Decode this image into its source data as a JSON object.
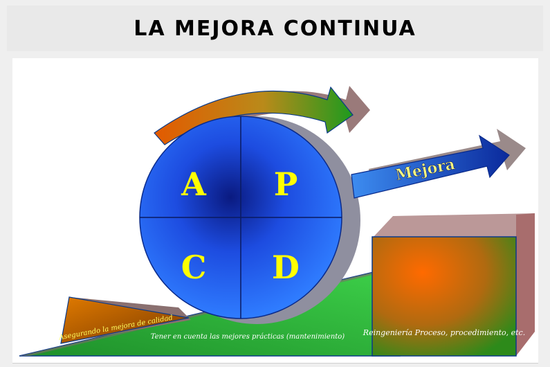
{
  "title": "LA MEJORA CONTINUA",
  "cycle": {
    "quadrants": [
      "A",
      "P",
      "C",
      "D"
    ],
    "letter_color": "#ffff00",
    "circle_color": "#1a4de0"
  },
  "labels": {
    "mejora": "Mejora",
    "wedge": "Asegurando la mejora de calidad",
    "ramp": "Tener en cuenta las mejores prácticas (mantenimiento)",
    "block": "Reingeniería Proceso, procedimiento, etc."
  },
  "colors": {
    "ramp_green": "#1fb51f",
    "block_orange": "#e06a00",
    "block_side": "#a86d6d",
    "arrow_orange": "#e07a00",
    "arrow_green": "#2e9a1a",
    "mejora_arrow": "#1950d8"
  }
}
